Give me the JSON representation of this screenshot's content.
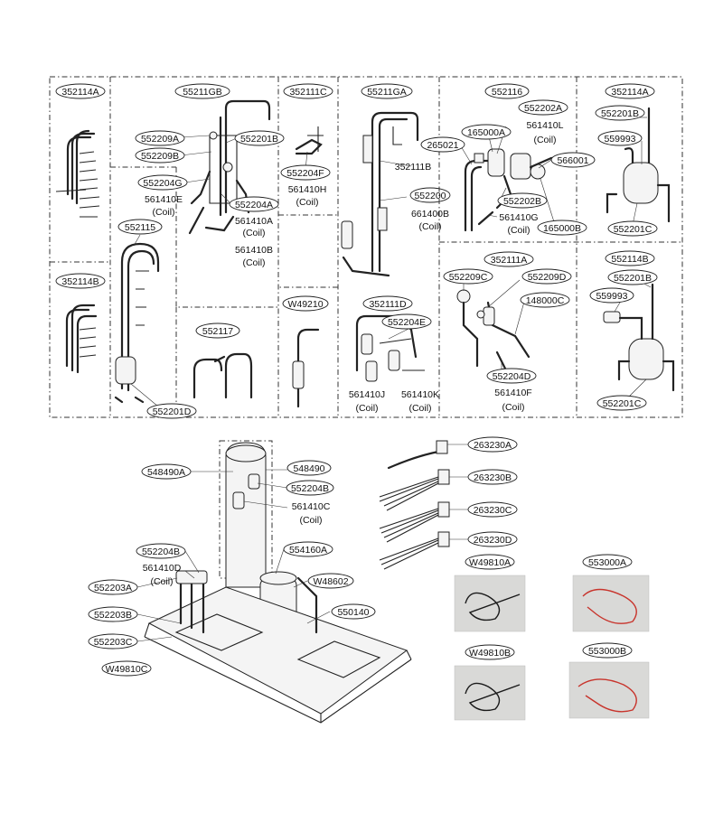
{
  "labels": {
    "l_352114A_tl": "352114A",
    "l_55211GB": "55211GB",
    "l_552209A": "552209A",
    "l_552209B": "552209B",
    "l_552201B_a": "552201B",
    "l_552204G": "552204G",
    "l_561410E": "561410E",
    "l_561410E_c": "(Coil)",
    "l_552204A": "552204A",
    "l_561410A": "561410A",
    "l_561410A_c": "(Coil)",
    "l_561410B": "561410B",
    "l_561410B_c": "(Coil)",
    "l_552115": "552115",
    "l_352114B_l": "352114B",
    "l_552201D": "552201D",
    "l_552117": "552117",
    "l_352111C": "352111C",
    "l_552204F": "552204F",
    "l_561410H": "561410H",
    "l_561410H_c": "(Coil)",
    "l_W49210": "W49210",
    "l_55211GA": "55211GA",
    "l_352111B": "352111B",
    "l_552200": "552200",
    "l_661400B": "661400B",
    "l_661400B_c": "(Coil)",
    "l_352111D": "352111D",
    "l_552204E": "552204E",
    "l_561410J": "561410J",
    "l_561410J_c": "(Coil)",
    "l_561410K": "561410K",
    "l_561410K_c": "(Coil)",
    "l_552116": "552116",
    "l_552202A": "552202A",
    "l_561410L": "561410L",
    "l_561410L_c": "(Coil)",
    "l_165000A": "165000A",
    "l_265021": "265021",
    "l_566001": "566001",
    "l_552202B": "552202B",
    "l_561410G": "561410G",
    "l_561410G_c": "(Coil)",
    "l_165000B": "165000B",
    "l_352111A": "352111A",
    "l_552209C": "552209C",
    "l_552209D": "552209D",
    "l_148000C": "148000C",
    "l_552204D": "552204D",
    "l_561410F": "561410F",
    "l_561410F_c": "(Coil)",
    "l_352114A_r": "352114A",
    "l_552201B_r": "552201B",
    "l_559993_r": "559993",
    "l_552201C_r": "552201C",
    "l_552114B": "552114B",
    "l_552201B_r2": "552201B",
    "l_559993_r2": "559993",
    "l_552201C_r2": "552201C",
    "l_548490A": "548490A",
    "l_548490": "548490",
    "l_552204B": "552204B",
    "l_561410C": "561410C",
    "l_561410C_c": "(Coil)",
    "l_552204B_2": "552204B",
    "l_561410D": "561410D",
    "l_561410D_c": "(Coil)",
    "l_552203A": "552203A",
    "l_552203B": "552203B",
    "l_552203C": "552203C",
    "l_W49810C": "W49810C",
    "l_554160A": "554160A",
    "l_W48602": "W48602",
    "l_550140": "550140",
    "l_263230A": "263230A",
    "l_263230B": "263230B",
    "l_263230C": "263230C",
    "l_263230D": "263230D",
    "l_W49810A": "W49810A",
    "l_553000A": "553000A",
    "l_W49810B": "W49810B",
    "l_553000B": "553000B"
  },
  "colors": {
    "line": "#222222",
    "photo_bg": "#d9d9d7",
    "red_wire": "#c8342c",
    "black_wire": "#1a1a1a"
  }
}
